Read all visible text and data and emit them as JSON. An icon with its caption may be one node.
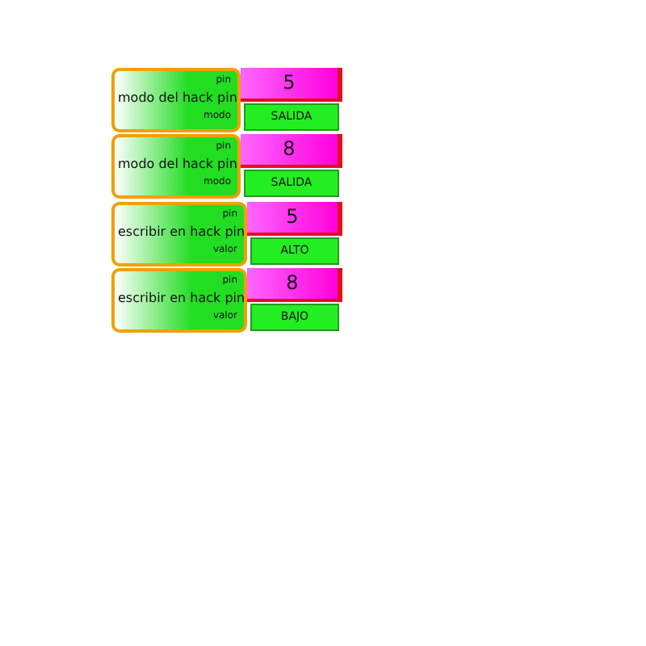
{
  "diagram": {
    "nodes": [
      {
        "text": [
          "pin",
          "modo del hack pin",
          "modo"
        ]
      },
      {
        "text": [
          "5"
        ]
      },
      {
        "text": [
          "SALIDA"
        ]
      },
      {
        "text": [
          "pin",
          "modo del hack pin",
          "modo"
        ]
      },
      {
        "text": [
          "8"
        ]
      },
      {
        "text": [
          "SALIDA"
        ]
      },
      {
        "text": [
          "pin",
          "escribir en hack pin",
          "valor"
        ]
      },
      {
        "text": [
          "5"
        ]
      },
      {
        "text": [
          "ALTO"
        ]
      },
      {
        "text": [
          "pin",
          "escribir en hack pin",
          "valor"
        ]
      },
      {
        "text": [
          "8"
        ]
      },
      {
        "text": [
          "BAJO"
        ]
      }
    ]
  }
}
